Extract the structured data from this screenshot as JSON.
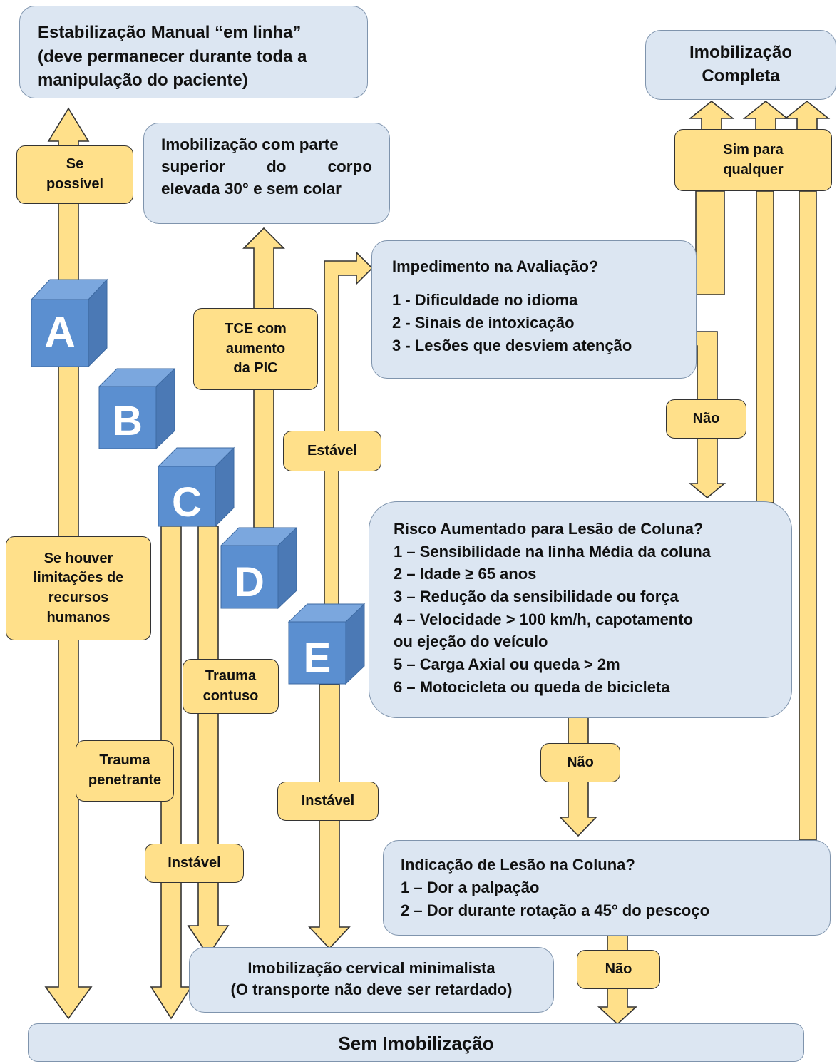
{
  "boxes": {
    "top_left": {
      "line1": "Estabilização Manual “em linha”",
      "line2": "(deve permanecer durante toda a",
      "line3": "manipulação do paciente)"
    },
    "top_right": {
      "line1": "Imobilização",
      "line2": "Completa"
    },
    "elevated": {
      "line1": "Imobilização com parte",
      "line2a": "superior",
      "line2b": "do",
      "line2c": "corpo",
      "line3": "elevada 30° e sem colar"
    },
    "impedimento": {
      "title": "Impedimento na Avaliação?",
      "items": [
        "1 - Dificuldade no idioma",
        "2 - Sinais de intoxicação",
        "3 - Lesões que desviem atenção"
      ]
    },
    "risco": {
      "title": "Risco Aumentado para Lesão de Coluna?",
      "items": [
        "1 – Sensibilidade na linha Média da coluna",
        "2 – Idade ≥ 65 anos",
        "3 – Redução da sensibilidade ou força",
        "4 – Velocidade > 100 km/h, capotamento",
        "ou ejeção do veículo",
        "5 – Carga Axial ou queda > 2m",
        "6 – Motocicleta ou queda de bicicleta"
      ]
    },
    "indicacao": {
      "title": "Indicação de Lesão na Coluna?",
      "items": [
        "1 – Dor a palpação",
        "2 – Dor durante rotação a 45° do pescoço"
      ]
    },
    "minimalista": {
      "line1": "Imobilização cervical minimalista",
      "line2": "(O transporte não deve ser retardado)"
    },
    "sem": {
      "label": "Sem Imobilização"
    }
  },
  "labels": {
    "se_possivel": [
      "Se",
      "possível"
    ],
    "sim_qualquer": [
      "Sim para",
      "qualquer"
    ],
    "tce": [
      "TCE com",
      "aumento",
      "da PIC"
    ],
    "estavel": "Estável",
    "nao1": "Não",
    "se_houver": [
      "Se houver",
      "limitações de",
      "recursos",
      "humanos"
    ],
    "trauma_contuso": [
      "Trauma",
      "contuso"
    ],
    "trauma_penetrante": [
      "Trauma",
      "penetrante"
    ],
    "instavel_c": "Instável",
    "instavel_e": "Instável",
    "nao2": "Não",
    "nao3": "Não"
  },
  "cubes": {
    "a": "A",
    "b": "B",
    "c": "C",
    "d": "D",
    "e": "E"
  },
  "colors": {
    "arrow_fill": "#ffe08a",
    "box_fill": "#dce6f2",
    "cube_front": "#5b8fd0",
    "cube_top": "#7ba7de",
    "cube_side": "#4b79b5"
  }
}
